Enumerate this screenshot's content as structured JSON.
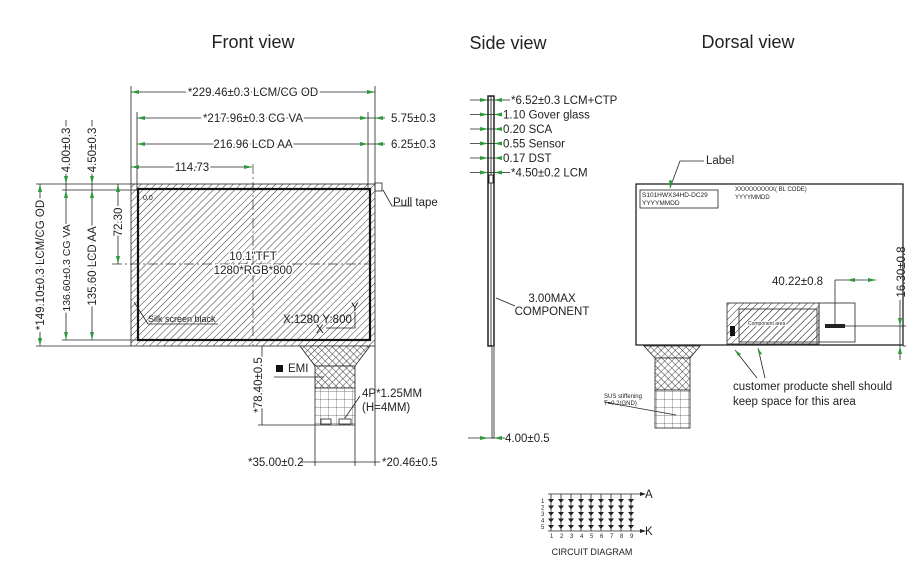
{
  "titles": {
    "front": "Front view",
    "side": "Side view",
    "dorsal": "Dorsal view"
  },
  "front": {
    "od_width": "*229.46±0.3 LCM/CG OD",
    "va_width": "*217.96±0.3 CG VA",
    "va_right": "5.75±0.3",
    "aa_width": "216.96 LCD AA",
    "aa_right": "6.25±0.3",
    "center_x": "114.73",
    "top_cg": "4.00±0.3",
    "top_aa": "4.50±0.3",
    "od_height": "*149.10±0.3 LCM/CG OD",
    "va_height": "136.60±0.3 CG VA",
    "aa_height": "135.60 LCD AA",
    "center_y": "72.30",
    "origin": "0.0",
    "panel_size": "10.1\"TFT",
    "resolution": "1280*RGB*800",
    "silk": "Silk screen black",
    "max_coord": "X:1280 Y:800",
    "axis_y": "Y",
    "axis_x": "X",
    "pull_tape": "Pull  tape",
    "emi": "EMI",
    "fpc_length": "*78.40±0.5",
    "connector_1": "4P*1.25MM",
    "connector_2": "(H=4MM)",
    "fpc_offset": "*35.00±0.2",
    "fpc_width": "*20.46±0.5"
  },
  "side": {
    "layers": [
      "*6.52±0.3 LCM+CTP",
      "1.10 Gover glass",
      "0.20 SCA",
      "0.55 Sensor",
      "0.17 DST",
      "*4.50±0.2 LCM"
    ],
    "component_1": "3.00MAX",
    "component_2": "COMPONENT",
    "bottom": "4.00±0.5"
  },
  "dorsal": {
    "label_callout": "Label",
    "label_line1": "S101HWX34HD-DC29",
    "label_line2": "YYYYMMDD",
    "bl_code": "XXXXXXXXXX( BL CODE)",
    "bl_date": "YYYYMMDD",
    "component_area": "Component area",
    "dim_x": "40.22±0.8",
    "dim_y": "16.30±0.8",
    "note_1": "customer producte shell should",
    "note_2": "keep space for this area",
    "sus_1": "SUS stiffening",
    "sus_2": "T=0.2(GND)"
  },
  "circuit": {
    "title": "CIRCUIT DIAGRAM",
    "anode": "A",
    "cathode": "K",
    "rows": [
      "1",
      "2",
      "3",
      "4",
      "5"
    ],
    "cols": [
      "1",
      "2",
      "3",
      "4",
      "5",
      "6",
      "7",
      "8",
      "9"
    ]
  },
  "colors": {
    "arrow": "#2a9a3a",
    "line": "#222222"
  }
}
